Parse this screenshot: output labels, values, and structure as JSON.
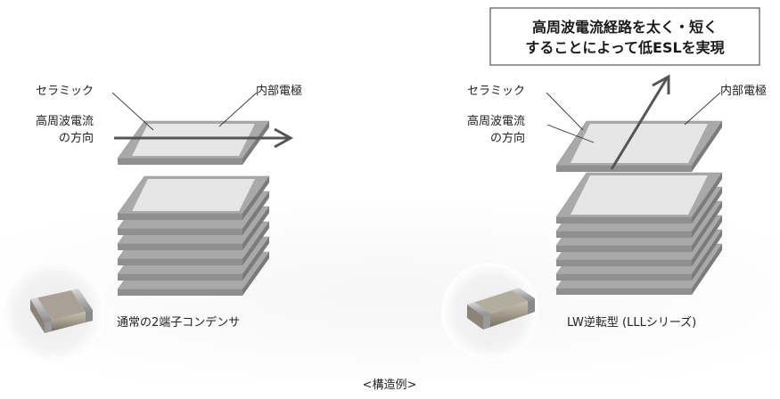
{
  "left": {
    "ceramic_label": "セラミック",
    "electrode_label": "内部電極",
    "current_label_line1": "高周波電流",
    "current_label_line2": "の方向",
    "product_label": "通常の2端子コンデンサ"
  },
  "right": {
    "note_line1": "高周波電流経路を太く・短く",
    "note_line2": "することによって低ESLを実現",
    "ceramic_label": "セラミック",
    "electrode_label": "内部電極",
    "current_label_line1": "高周波電流",
    "current_label_line2": "の方向",
    "product_label": "LW逆転型 (LLLシリーズ)"
  },
  "footer": {
    "caption": "<構造例>"
  },
  "colors": {
    "ceramic": "#a9a9a9",
    "electrode": "#e6e6e6",
    "arrow": "#555555",
    "note_border": "#555555"
  }
}
